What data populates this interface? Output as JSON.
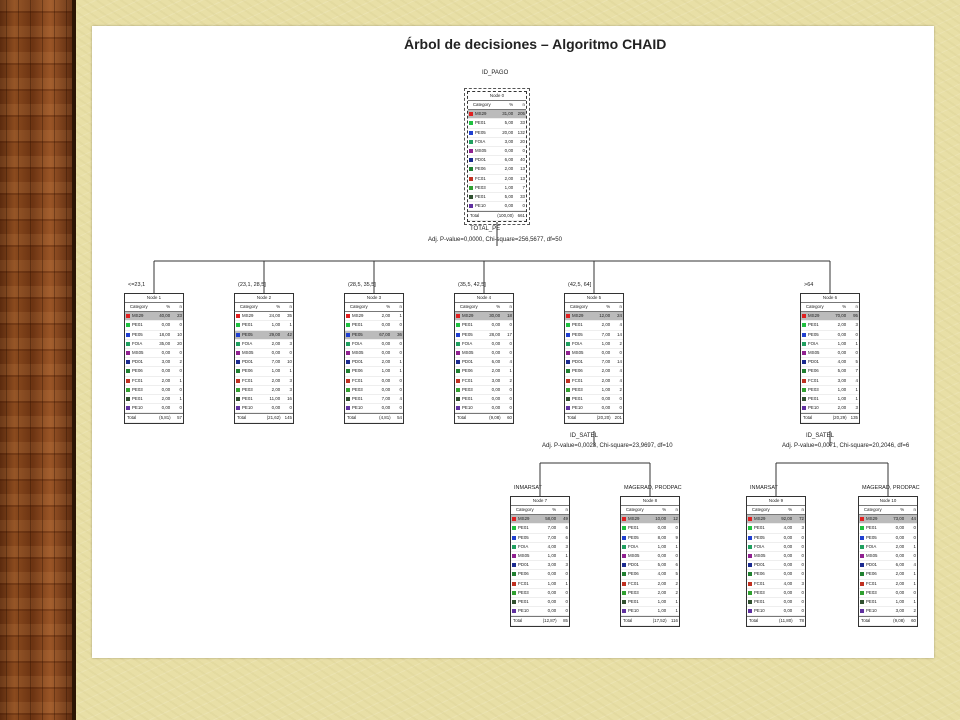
{
  "title": "Árbol de decisiones – Algoritmo CHAID",
  "root_variable": "ID_PAGO",
  "legend_categories": [
    {
      "name": "MS29",
      "color": "#e02020"
    },
    {
      "name": "PE01",
      "color": "#20c040"
    },
    {
      "name": "PE05",
      "color": "#2040d0"
    },
    {
      "name": "FOIA",
      "color": "#20a060"
    },
    {
      "name": "MS05",
      "color": "#902090"
    },
    {
      "name": "PD01",
      "color": "#1a2a90"
    },
    {
      "name": "PE06",
      "color": "#208030"
    },
    {
      "name": "FC01",
      "color": "#c03020"
    },
    {
      "name": "PE03",
      "color": "#30a030"
    },
    {
      "name": "PE01",
      "color": "#305030"
    },
    {
      "name": "PE10",
      "color": "#6030a0"
    }
  ],
  "col_headers": {
    "category": "Category",
    "pct": "%",
    "n": "n"
  },
  "total_label": "Total",
  "split_1": {
    "variable": "TOTAL_PE",
    "stat": "Adj. P-value=0,0000, Chi-square=256,5677, df=50"
  },
  "split_2": {
    "variable": "ID_SATEL",
    "stat": "Adj. P-value=0,0023, Chi-square=23,9697, df=10"
  },
  "split_3": {
    "variable": "ID_SATEL",
    "stat": "Adj. P-value=0,0071, Chi-square=20,2046, df=6"
  },
  "nodes": [
    {
      "id": "Node 0",
      "branch": "",
      "pct": [
        31,
        5,
        20,
        3,
        0,
        6,
        2,
        2,
        1,
        5,
        0
      ],
      "total": "(100,00)",
      "n_total": "661",
      "selected": 0
    },
    {
      "id": "Node 1",
      "branch": "<=23,1",
      "pct": [
        40,
        0,
        18,
        35,
        0,
        3,
        0,
        2,
        0,
        2,
        0
      ],
      "total": "(5,81)",
      "n_total": "57",
      "selected": 0
    },
    {
      "id": "Node 2",
      "branch": "(23,1, 28,5]",
      "pct": [
        24,
        1,
        29,
        2,
        0,
        7,
        1,
        2,
        2,
        11,
        0
      ],
      "total": "(21,62)",
      "n_total": "145",
      "selected": 2
    },
    {
      "id": "Node 3",
      "branch": "(28,5, 35,5]",
      "pct": [
        2,
        0,
        67,
        0,
        0,
        2,
        1,
        0,
        0,
        7,
        0
      ],
      "total": "(4,81)",
      "n_total": "54",
      "selected": 2
    },
    {
      "id": "Node 4",
      "branch": "(35,5, 42,5]",
      "pct": [
        30,
        0,
        28,
        0,
        0,
        6,
        2,
        3,
        0,
        0,
        0
      ],
      "total": "(9,08)",
      "n_total": "60",
      "selected": 0
    },
    {
      "id": "Node 5",
      "branch": "(42,5, 64]",
      "pct": [
        12,
        2,
        7,
        1,
        0,
        7,
        2,
        2,
        1,
        0,
        0
      ],
      "total": "(20,20)",
      "n_total": "201",
      "selected": 0
    },
    {
      "id": "Node 6",
      "branch": ">64",
      "pct": [
        70,
        2,
        0,
        1,
        0,
        4,
        5,
        3,
        1,
        1,
        2
      ],
      "total": "(20,29)",
      "n_total": "135",
      "selected": 0
    },
    {
      "id": "Node 7",
      "branch": "INMARSAT",
      "pct": [
        58,
        7,
        7,
        4,
        1,
        3,
        0,
        1,
        0,
        0,
        0
      ],
      "total": "(12,87)",
      "n_total": "85",
      "selected": 0
    },
    {
      "id": "Node 8",
      "branch": "MAGERAD, PRODPAC",
      "pct": [
        10,
        0,
        8,
        1,
        0,
        5,
        4,
        2,
        2,
        1,
        1
      ],
      "total": "(17,52)",
      "n_total": "116",
      "selected": 0
    },
    {
      "id": "Node 9",
      "branch": "INMARSAT",
      "pct": [
        92,
        4,
        0,
        0,
        0,
        0,
        0,
        4,
        0,
        0,
        0
      ],
      "total": "(11,80)",
      "n_total": "78",
      "selected": 0
    },
    {
      "id": "Node 10",
      "branch": "MAGERAD, PRODPAC",
      "pct": [
        73,
        0,
        0,
        2,
        0,
        6,
        2,
        2,
        0,
        1,
        3
      ],
      "total": "(9,08)",
      "n_total": "60",
      "selected": 0
    }
  ]
}
